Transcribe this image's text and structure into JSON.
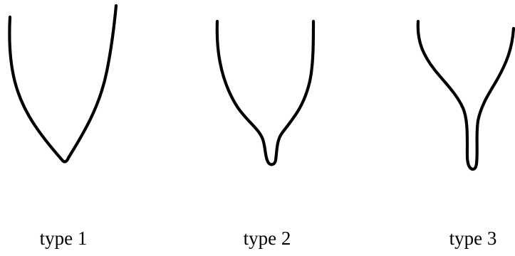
{
  "figure": {
    "shapes": [
      {
        "id": "type-1",
        "caption": "type 1"
      },
      {
        "id": "type-2",
        "caption": "type 2"
      },
      {
        "id": "type-3",
        "caption": "type 3"
      }
    ],
    "stroke_color": "#000000",
    "background_color": "#ffffff"
  }
}
